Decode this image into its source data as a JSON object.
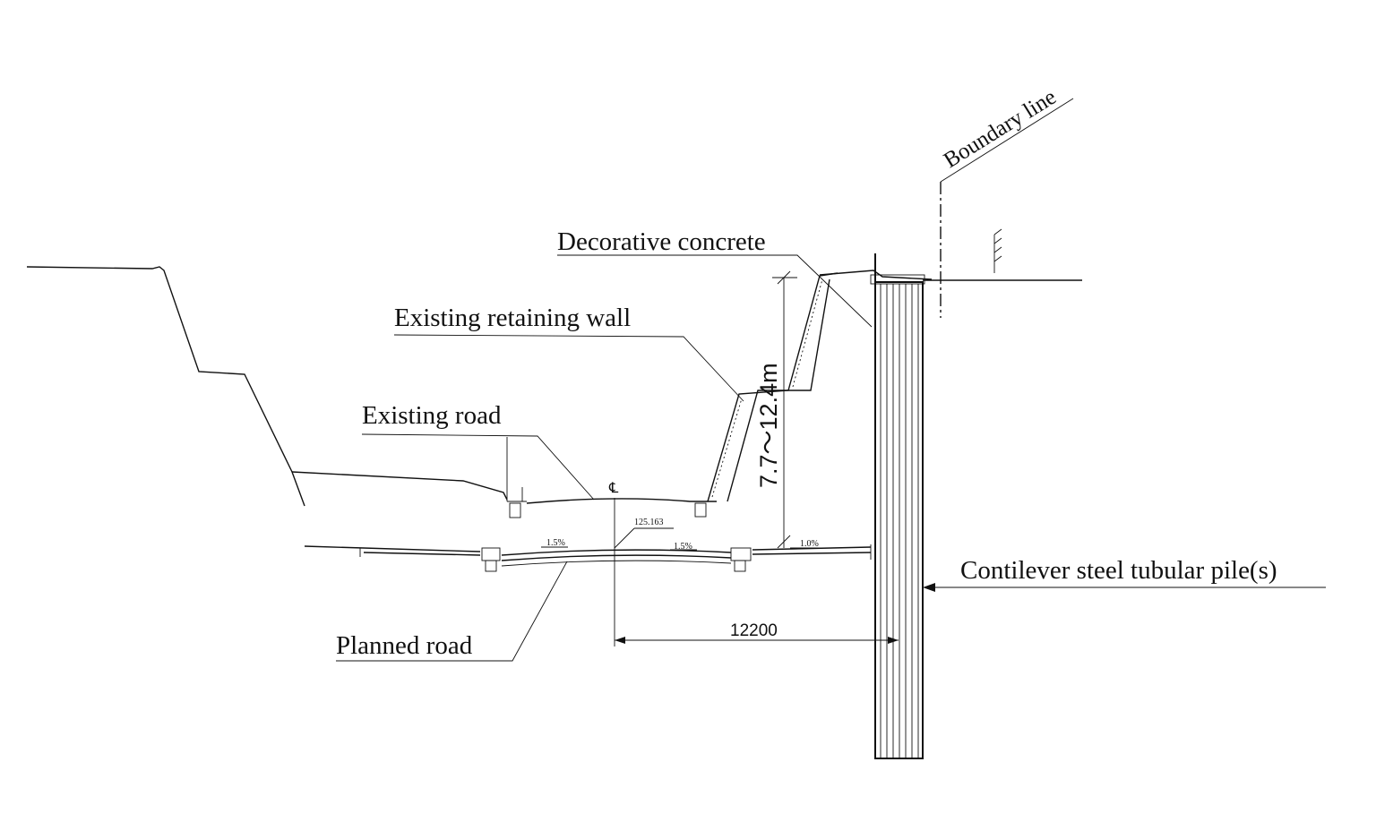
{
  "labels": {
    "boundary_line": "Boundary line",
    "decorative_concrete": "Decorative concrete",
    "existing_retaining_wall": "Existing retaining wall",
    "existing_road": "Existing road",
    "planned_road": "Planned road",
    "pile": "Contilever steel tubular pile(s)"
  },
  "dimensions": {
    "height_range": "7.7～12.4m",
    "horizontal": "12200",
    "elevation": "125.163"
  },
  "slopes": {
    "left": "1.5%",
    "middle": "1.5%",
    "right": "1.0%"
  },
  "centerline_symbol": "℄"
}
